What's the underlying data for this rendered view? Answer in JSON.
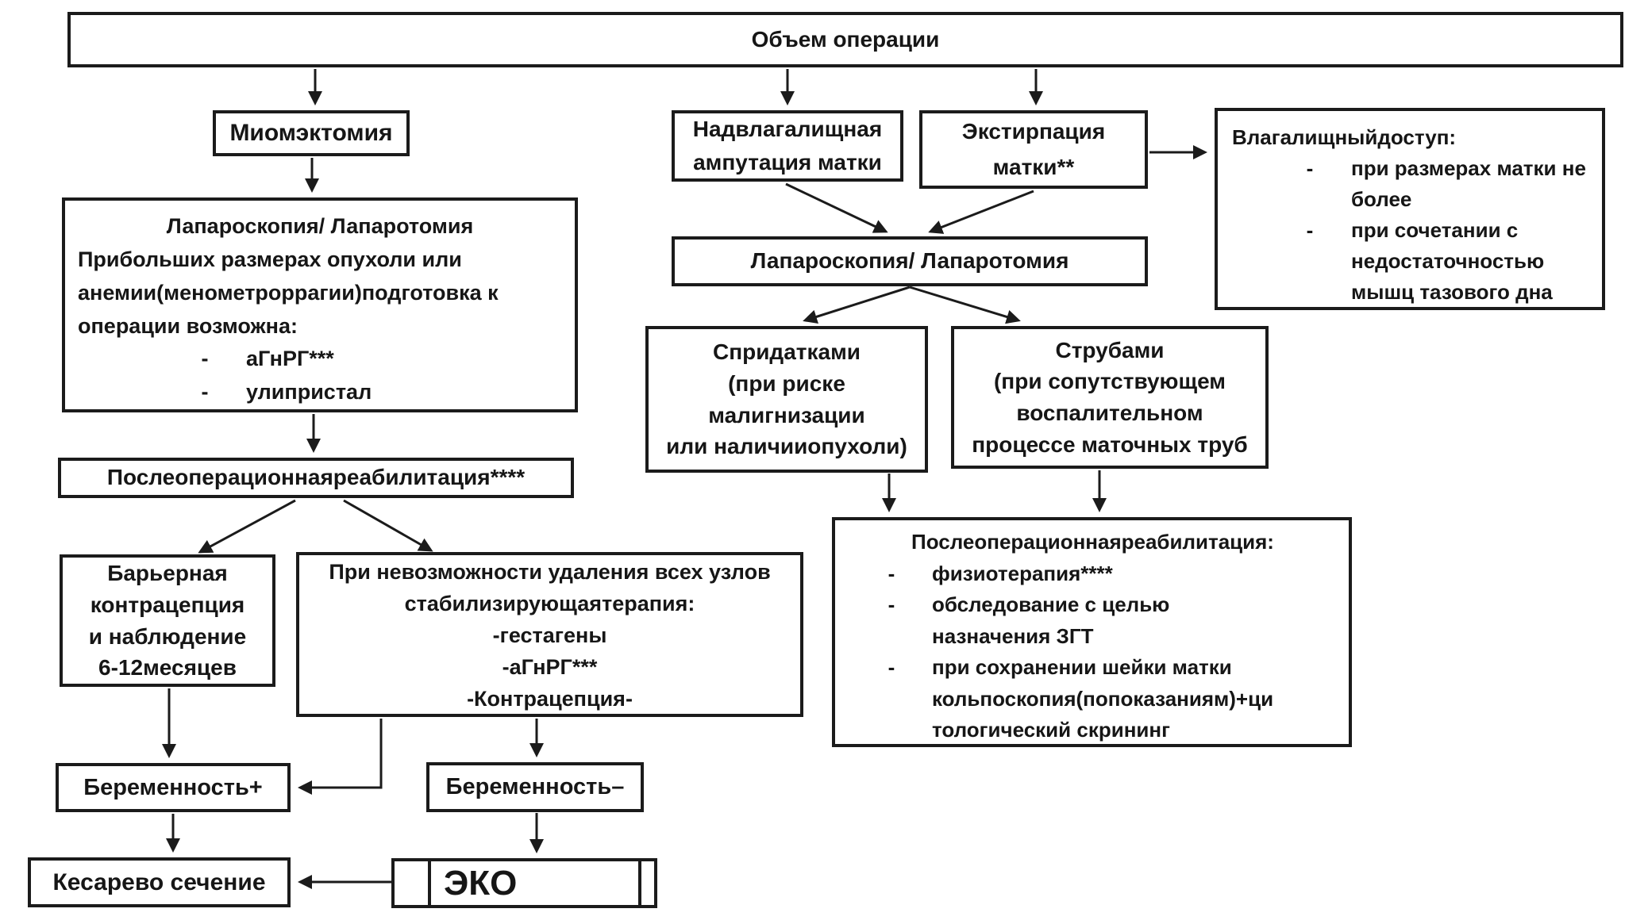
{
  "diagram": {
    "bullet_marker": "-",
    "colors": {
      "ink": "#1b1b1b",
      "background": "#ffffff"
    },
    "title": "Объем операции",
    "nodes": {
      "myomectomy": {
        "label": "Миомэктомия"
      },
      "left_lap": {
        "line1": "Лапароскопия/ Лапаротомия",
        "line2": "Прибольших размерах опухоли или",
        "line3": "анемии(менометроррагии)подготовка к",
        "line4": "операции возможна:",
        "bullets": [
          "аГнРГ***",
          "улипристал"
        ]
      },
      "left_rehab": {
        "label": "Послеоперационнаяреабилитация****"
      },
      "barrier": {
        "lines": [
          "Барьерная",
          "контрацепция",
          "и наблюдение",
          "6-12месяцев"
        ]
      },
      "impossible": {
        "lines": [
          "При невозможности удаления всех узлов",
          "стабилизирующаятерапия:",
          "-гестагены",
          "-аГнРГ***",
          "-Контрацепция-"
        ]
      },
      "pregnancy_plus": {
        "label": "Беременность+"
      },
      "pregnancy_minus": {
        "label": "Беременность–"
      },
      "cesarean": {
        "label": "Кесарево сечение"
      },
      "eco": {
        "label": "ЭКО"
      },
      "supravaginal": {
        "lines": [
          "Надвлагалищная",
          "ампутация матки"
        ]
      },
      "extirpation": {
        "lines": [
          "Экстирпация",
          "матки**"
        ]
      },
      "vaginal_access": {
        "title": "Влагалищныйдоступ:",
        "bullets": [
          "при размерах матки не более",
          "при сочетании с недостаточностью мышц тазового дна"
        ]
      },
      "right_lap": {
        "label": "Лапароскопия/ Лапаротомия"
      },
      "adnexa": {
        "lines": [
          "Спридатками",
          "(при риске",
          "малигнизации",
          "или наличииопухоли)"
        ]
      },
      "tubes": {
        "lines": [
          "Струбами",
          "(при сопутствующем",
          "воспалительном",
          "процессе маточных труб"
        ]
      },
      "right_rehab": {
        "title": "Послеоперационнаяреабилитация:",
        "bullets": [
          "физиотерапия****",
          "обследование с целью назначения ЗГТ",
          "при сохранении шейки матки кольпоскопия(попоказаниям)+ци тологический скрининг"
        ]
      }
    }
  }
}
